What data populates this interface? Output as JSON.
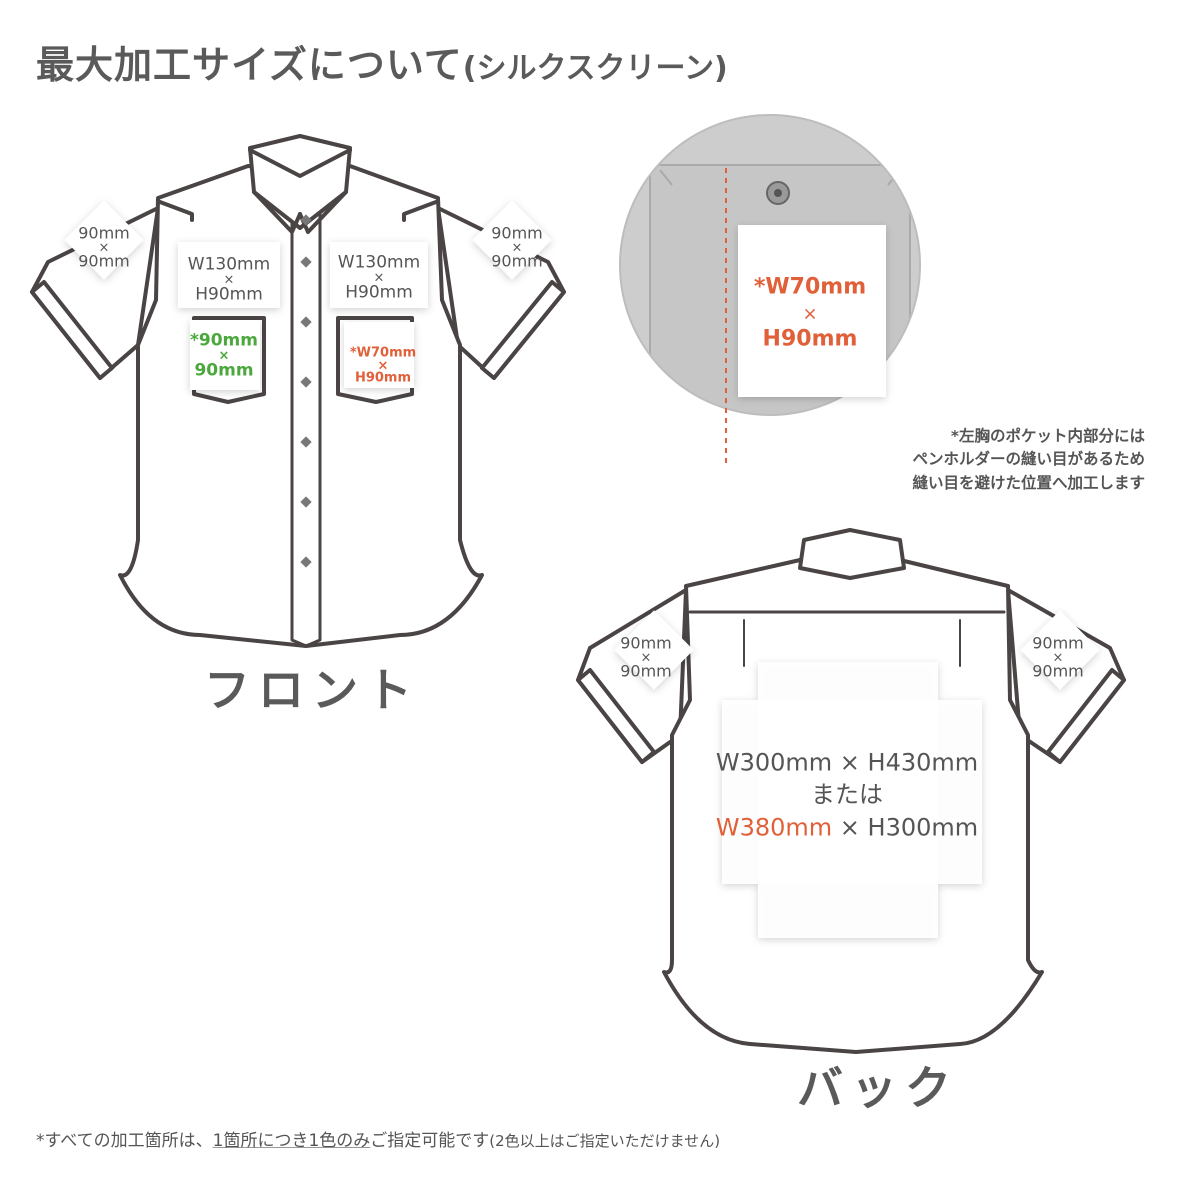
{
  "title": {
    "main": "最大加工サイズについて",
    "sub": "(シルクスクリーン)"
  },
  "front": {
    "title": "フロント",
    "left_sleeve": {
      "top": "90mm",
      "x": "×",
      "bottom": "90mm"
    },
    "right_sleeve": {
      "top": "90mm",
      "x": "×",
      "bottom": "90mm"
    },
    "left_chest": {
      "top": "W130mm",
      "x": "×",
      "bottom": "H90mm"
    },
    "right_chest": {
      "top": "W130mm",
      "x": "×",
      "bottom": "H90mm"
    },
    "left_pocket": {
      "top": "*90mm",
      "x": "×",
      "bottom": "90mm"
    },
    "right_pocket": {
      "top": "*W70mm",
      "x": "×",
      "bottom": "H90mm"
    }
  },
  "zoom": {
    "top": "*W70mm",
    "x": "×",
    "bottom": "H90mm"
  },
  "note": {
    "line1": "*左胸のポケット内部分には",
    "line2": "ペンホルダーの縫い目があるため",
    "line3": "縫い目を避けた位置へ加工します"
  },
  "back": {
    "title": "バック",
    "left_sleeve": {
      "top": "90mm",
      "x": "×",
      "bottom": "90mm"
    },
    "right_sleeve": {
      "top": "90mm",
      "x": "×",
      "bottom": "90mm"
    },
    "line1": "W300mm × H430mm",
    "line2": "または",
    "line3_orange": "W380mm",
    "line3_rest": " × H300mm"
  },
  "footer": {
    "part1": "*すべての加工箇所は、",
    "part2": "1箇所につき1色のみ",
    "part3": "ご指定可能です",
    "part4": "(2色以上はご指定いただけません)"
  },
  "colors": {
    "orange": "#e0603a",
    "green": "#4aa83c",
    "text": "#555555",
    "title": "#5a5a5a"
  }
}
